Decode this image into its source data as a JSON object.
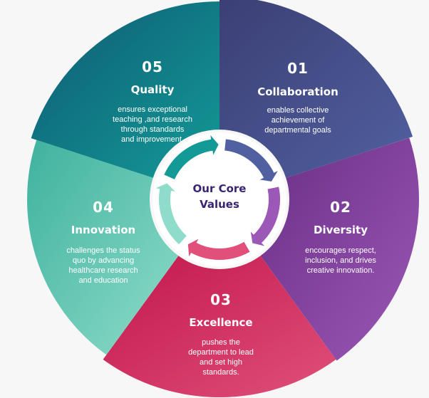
{
  "center": {
    "line1": "Our Core",
    "line2": "Values"
  },
  "segments": [
    {
      "number": "01",
      "title": "Collaboration",
      "desc": [
        "enables collective",
        "achievement of",
        "departmental goals"
      ],
      "colors": [
        "#3b3f74",
        "#5160a0"
      ]
    },
    {
      "number": "02",
      "title": "Diversity",
      "desc": [
        "encourages respect,",
        "inclusion, and drives",
        "creative innovation."
      ],
      "colors": [
        "#6a2f86",
        "#9b58b6"
      ]
    },
    {
      "number": "03",
      "title": "Excellence",
      "desc": [
        "pushes the",
        "department to lead",
        "and set high",
        "standards."
      ],
      "colors": [
        "#c2174d",
        "#e0507a"
      ]
    },
    {
      "number": "04",
      "title": "Innovation",
      "desc": [
        "challenges the status",
        "quo by advancing",
        "healthcare research",
        "and education"
      ],
      "colors": [
        "#3fb29e",
        "#8edcc9"
      ]
    },
    {
      "number": "05",
      "title": "Quality",
      "desc": [
        "ensures exceptional",
        "teaching ,and research",
        "through  standards",
        "and  improvement."
      ],
      "colors": [
        "#0e5a73",
        "#139a96"
      ]
    }
  ]
}
